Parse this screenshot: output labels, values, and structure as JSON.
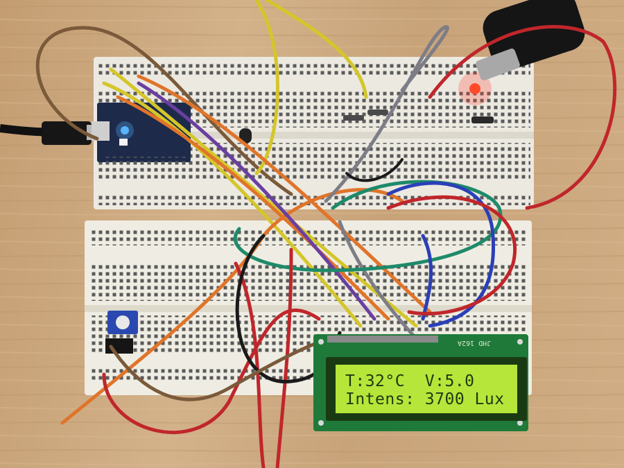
{
  "photo": {
    "subject": "breadboard-circuit",
    "colors": {
      "table": "#c9a47a",
      "breadboard": "#ece9e1",
      "lcd_backlight": "#b6e63a",
      "lcd_pcb": "#1f7a3a",
      "wire_red": "#c0262b",
      "wire_yellow": "#d4c62a",
      "wire_orange": "#e0742a",
      "wire_brown": "#7a5a3a",
      "wire_blue": "#2a3fb8",
      "wire_green": "#1e8a6a",
      "wire_purple": "#6a3fa0",
      "wire_gray": "#7d7d86",
      "wire_black": "#1a1a1a"
    }
  },
  "lcd": {
    "line1": "T:32°C  V:5.0",
    "line2": "Intens: 3700 Lux",
    "pcb_label": "JHD 162A"
  }
}
